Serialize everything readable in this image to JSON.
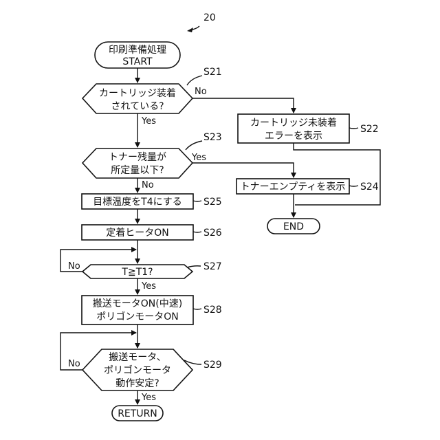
{
  "figure_number": "20",
  "nodes": {
    "start": {
      "line1": "印刷準備処理",
      "line2": "START"
    },
    "s21": {
      "line1": "カートリッジ装着",
      "line2": "されている?",
      "label": "S21"
    },
    "s22": {
      "line1": "カートリッジ未装着",
      "line2": "エラーを表示",
      "label": "S22"
    },
    "s23": {
      "line1": "トナー残量が",
      "line2": "所定量以下?",
      "label": "S23"
    },
    "s24": {
      "text": "トナーエンプティを表示",
      "label": "S24"
    },
    "s25": {
      "text": "目標温度をT4にする",
      "label": "S25"
    },
    "s26": {
      "text": "定着ヒータON",
      "label": "S26"
    },
    "s27": {
      "text": "T≧T1?",
      "label": "S27"
    },
    "s28": {
      "line1": "搬送モータON(中速)",
      "line2": "ポリゴンモータON",
      "label": "S28"
    },
    "s29": {
      "line1": "搬送モータ、",
      "line2": "ポリゴンモータ",
      "line3": "動作安定?",
      "label": "S29"
    },
    "end": {
      "text": "END"
    },
    "return": {
      "text": "RETURN"
    }
  },
  "branches": {
    "s21_no": "No",
    "s21_yes": "Yes",
    "s23_yes": "Yes",
    "s23_no": "No",
    "s27_no": "No",
    "s27_yes": "Yes",
    "s29_no": "No",
    "s29_yes": "Yes"
  }
}
